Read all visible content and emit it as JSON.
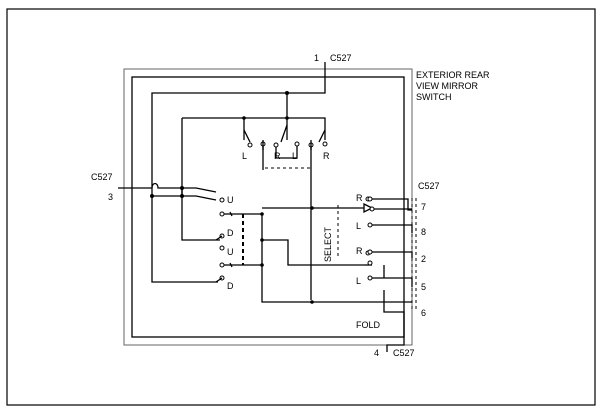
{
  "title_lines": [
    "EXTERIOR REAR",
    "VIEW MIRROR",
    "SWITCH"
  ],
  "connectors": {
    "top": {
      "pin": "1",
      "name": "C527"
    },
    "left": {
      "pin": "3",
      "name": "C527"
    },
    "right": {
      "name": "C527",
      "pins": [
        "7",
        "8",
        "2",
        "5",
        "6"
      ]
    },
    "bottom": {
      "pin": "4",
      "name": "C527"
    }
  },
  "top_contacts": [
    "L",
    "R",
    "L",
    "R"
  ],
  "left_contacts": [
    "U",
    "D",
    "U",
    "D"
  ],
  "right_contacts": [
    "R",
    "L",
    "R",
    "L"
  ],
  "select_label": "SELECT",
  "fold_label": "FOLD"
}
